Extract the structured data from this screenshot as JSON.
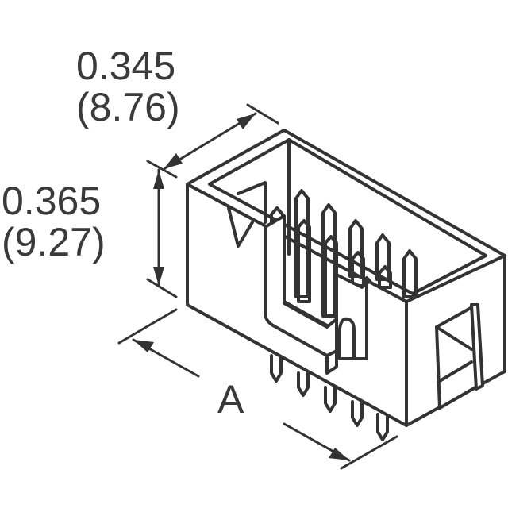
{
  "diagram": {
    "subject": "box header connector, 2-row through-hole, isometric view",
    "dimensions": {
      "depth": {
        "inches": "0.345",
        "mm": "(8.76)"
      },
      "height": {
        "inches": "0.365",
        "mm": "(9.27)"
      },
      "length": {
        "label": "A"
      }
    },
    "colors": {
      "line": "#333333",
      "background": "#ffffff"
    }
  }
}
